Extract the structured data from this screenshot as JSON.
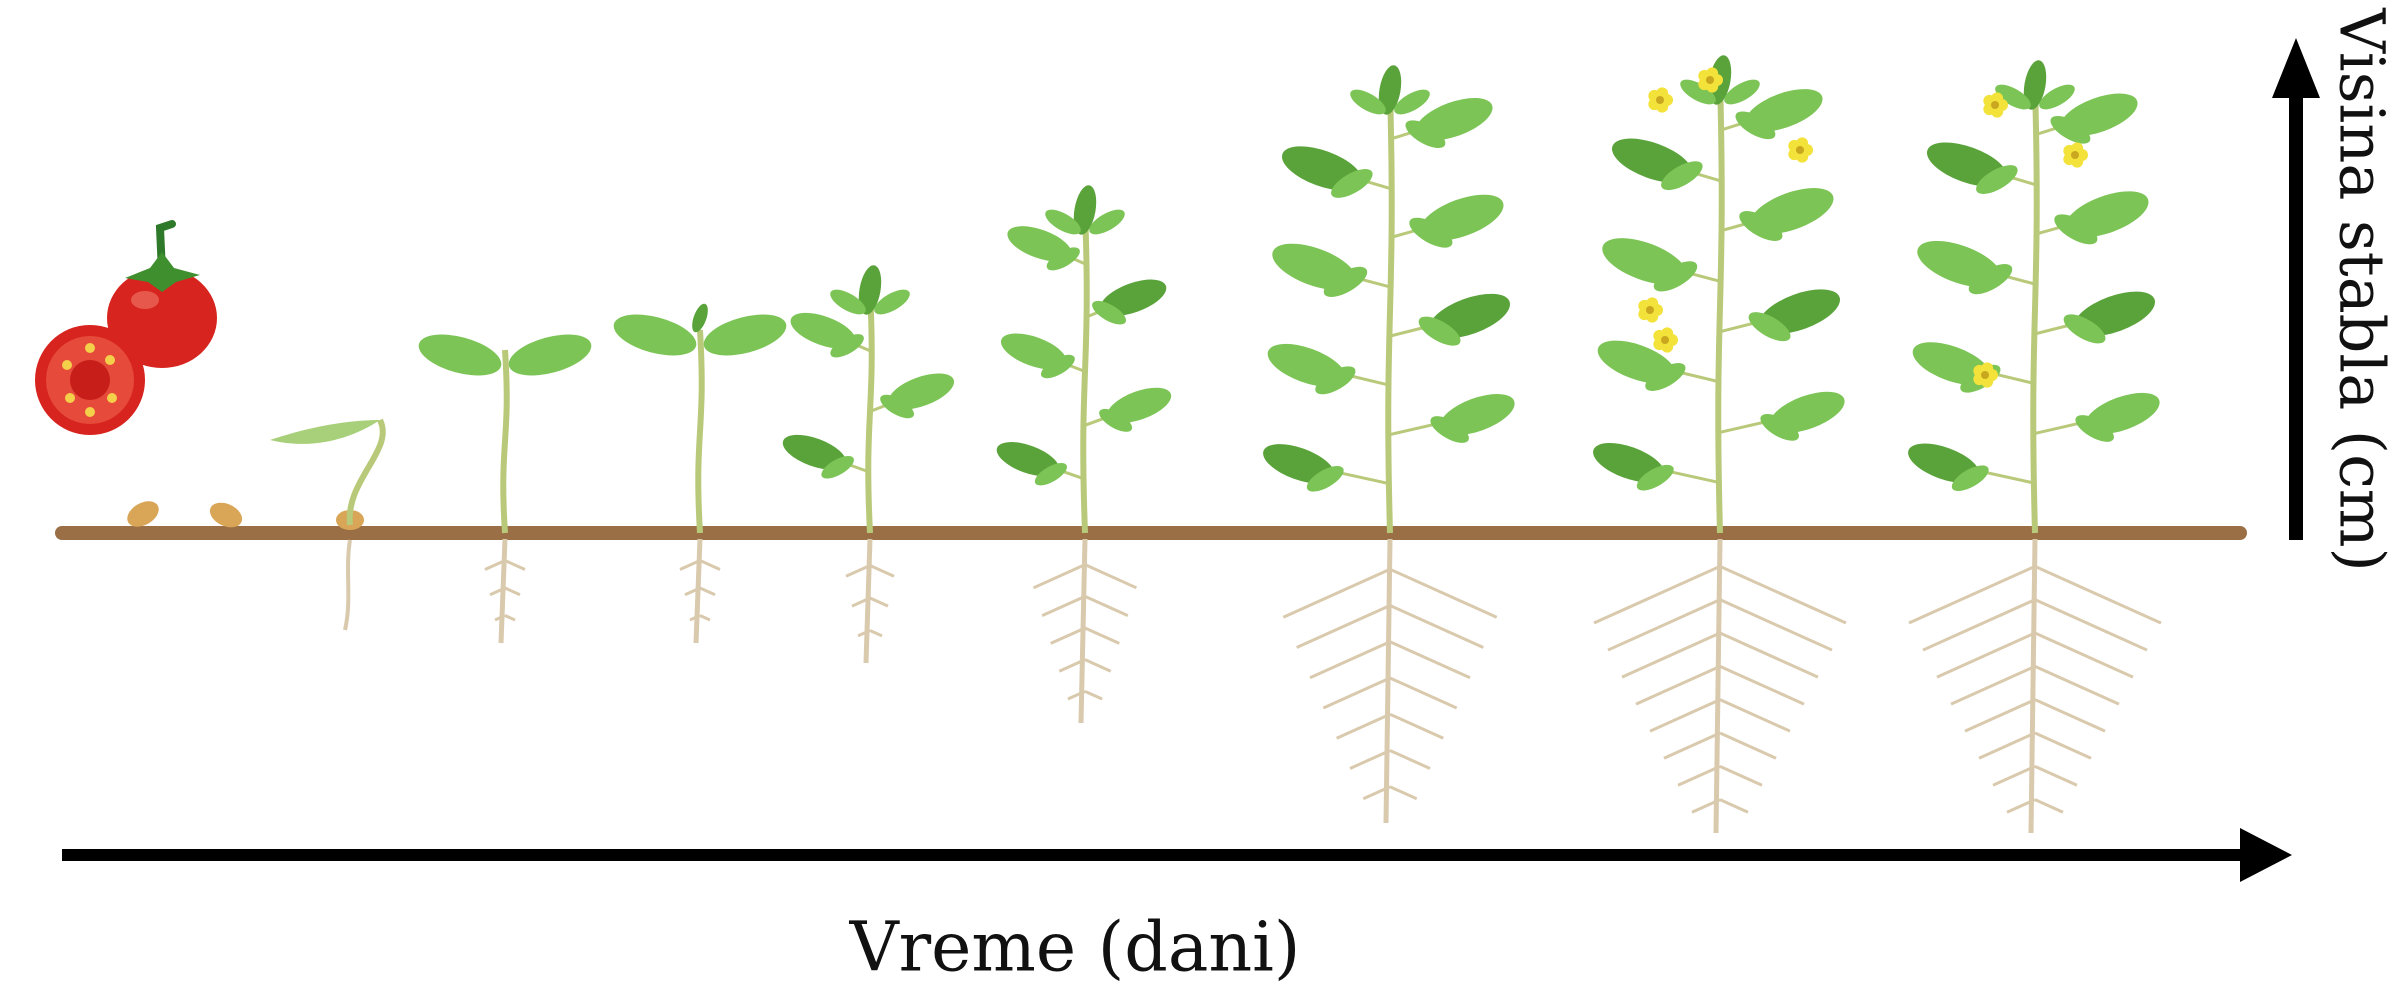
{
  "diagram": {
    "x_axis_label": "Vreme (dani)",
    "y_axis_label": "Visina stabla (cm)",
    "stages": [
      {
        "name": "fruit",
        "icon": "tomato-fruit-icon"
      },
      {
        "name": "seeds",
        "icon": "seed-icon"
      },
      {
        "name": "germination",
        "icon": "sprout-icon"
      },
      {
        "name": "seedling",
        "icon": "seedling-icon"
      },
      {
        "name": "seedling-first-leaf",
        "icon": "seedling-icon"
      },
      {
        "name": "young-plant",
        "icon": "young-plant-icon"
      },
      {
        "name": "growing-plant",
        "icon": "plant-icon"
      },
      {
        "name": "mature-plant",
        "icon": "plant-icon"
      },
      {
        "name": "flowering-plant",
        "icon": "flowering-plant-icon"
      },
      {
        "name": "flowering-plant-late",
        "icon": "flowering-plant-icon"
      }
    ],
    "colors": {
      "soil": "#9b6f45",
      "leaf": "#7cc455",
      "leaf_dark": "#5aa33a",
      "stem": "#b8c97a",
      "root": "#d9c9ad",
      "tomato": "#d7241f",
      "flower": "#f2e23a",
      "arrow": "#000000"
    }
  }
}
